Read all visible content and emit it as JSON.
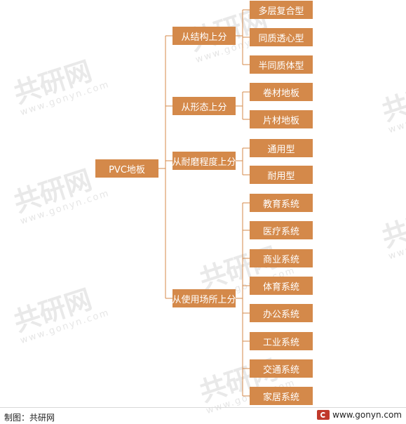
{
  "watermark": {
    "brand": "共研网",
    "url": "www.gonyn.com"
  },
  "root": {
    "label": "PVC地板"
  },
  "branches": [
    {
      "label": "从结构上分",
      "children": [
        "多层复合型",
        "同质透心型",
        "半同质体型"
      ]
    },
    {
      "label": "从形态上分",
      "children": [
        "卷材地板",
        "片材地板"
      ]
    },
    {
      "label": "从耐磨程度上分",
      "children": [
        "通用型",
        "耐用型"
      ]
    },
    {
      "label": "从使用场所上分",
      "children": [
        "教育系统",
        "医疗系统",
        "商业系统",
        "体育系统",
        "办公系统",
        "工业系统",
        "交通系统",
        "家居系统"
      ]
    }
  ],
  "footer": {
    "credit": "制图：共研网",
    "url": "www.gonyn.com"
  },
  "colors": {
    "node_fill": "#d4894a",
    "connector": "#d4894a",
    "node_text": "#ffffff"
  }
}
